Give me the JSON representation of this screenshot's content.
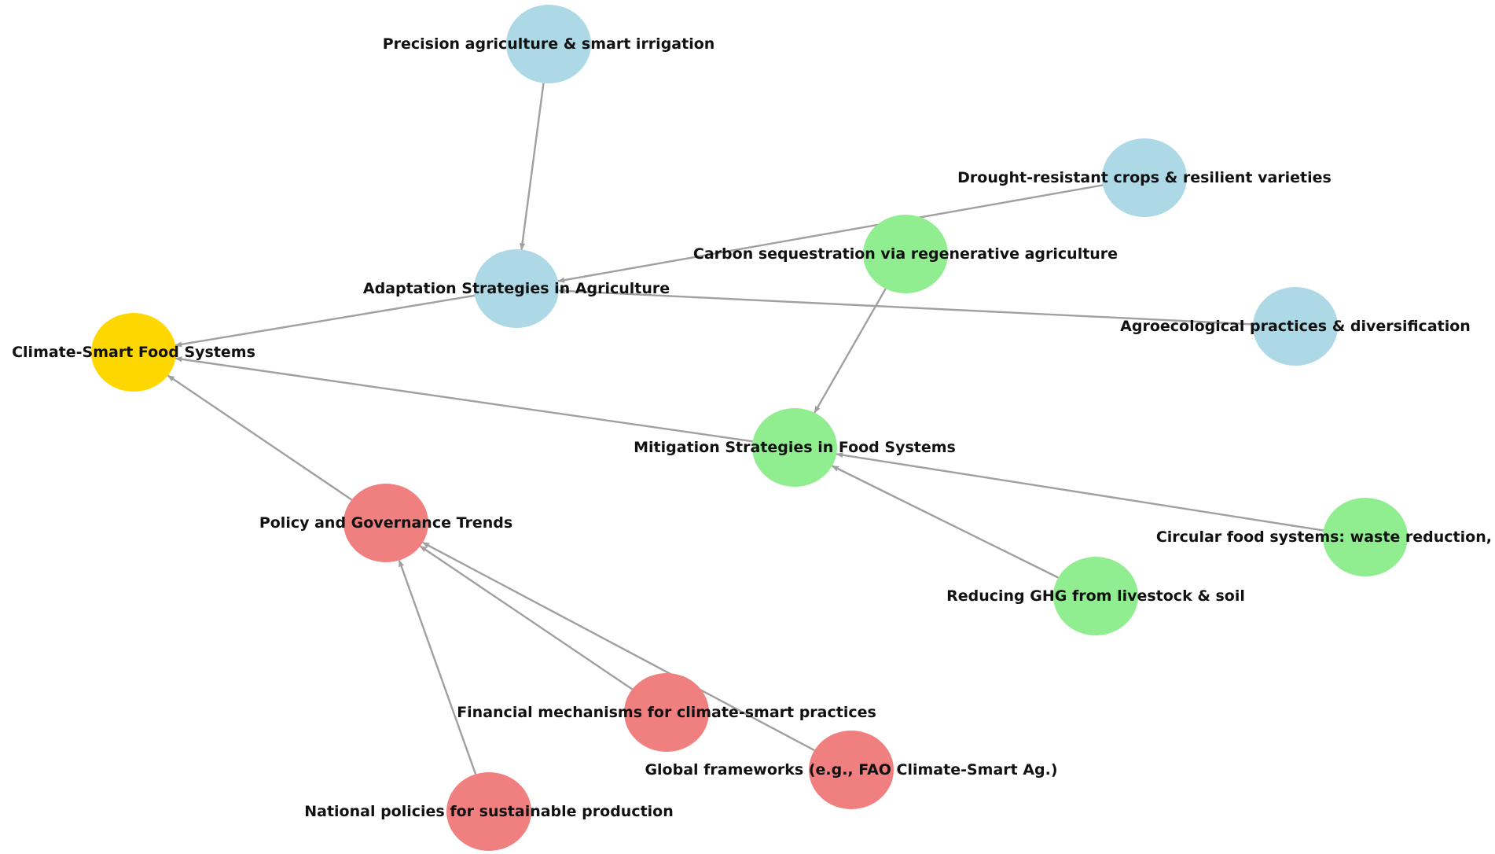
{
  "diagram": {
    "colors": {
      "root": "#FFD700",
      "adaptation": "#ADD8E6",
      "mitigation": "#90EE90",
      "policy": "#F08080",
      "edge": "#A0A0A0",
      "label": "#111111"
    },
    "nodes": [
      {
        "id": "root",
        "label": "Climate-Smart Food Systems",
        "group": "root"
      },
      {
        "id": "adapt",
        "label": "Adaptation Strategies in Agriculture",
        "group": "adaptation"
      },
      {
        "id": "precision",
        "label": "Precision agriculture & smart irrigation",
        "group": "adaptation"
      },
      {
        "id": "drought",
        "label": "Drought-resistant crops & resilient varieties",
        "group": "adaptation"
      },
      {
        "id": "agroeco",
        "label": "Agroecological practices & diversification",
        "group": "adaptation"
      },
      {
        "id": "mitig",
        "label": "Mitigation Strategies in Food Systems",
        "group": "mitigation"
      },
      {
        "id": "carbon",
        "label": "Carbon sequestration via regenerative agriculture",
        "group": "mitigation"
      },
      {
        "id": "circular",
        "label": "Circular food systems: waste reduction,",
        "group": "mitigation"
      },
      {
        "id": "ghg",
        "label": "Reducing GHG from livestock & soil",
        "group": "mitigation"
      },
      {
        "id": "policy",
        "label": "Policy and Governance Trends",
        "group": "policy"
      },
      {
        "id": "financial",
        "label": "Financial mechanisms for climate-smart practices",
        "group": "policy"
      },
      {
        "id": "global",
        "label": "Global frameworks (e.g., FAO Climate-Smart Ag.)",
        "group": "policy"
      },
      {
        "id": "national",
        "label": "National policies for sustainable production",
        "group": "policy"
      }
    ],
    "edges": [
      {
        "from": "adapt",
        "to": "root"
      },
      {
        "from": "mitig",
        "to": "root"
      },
      {
        "from": "policy",
        "to": "root"
      },
      {
        "from": "precision",
        "to": "adapt"
      },
      {
        "from": "drought",
        "to": "adapt"
      },
      {
        "from": "agroeco",
        "to": "adapt"
      },
      {
        "from": "carbon",
        "to": "mitig"
      },
      {
        "from": "circular",
        "to": "mitig"
      },
      {
        "from": "ghg",
        "to": "mitig"
      },
      {
        "from": "financial",
        "to": "policy"
      },
      {
        "from": "global",
        "to": "policy"
      },
      {
        "from": "national",
        "to": "policy"
      }
    ]
  }
}
